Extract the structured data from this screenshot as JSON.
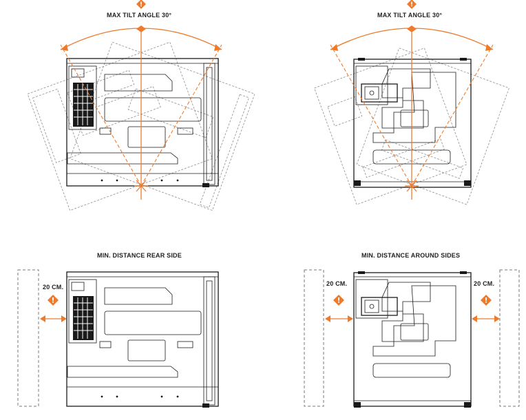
{
  "panels": {
    "tilt_rear": {
      "title": "MAX TILT ANGLE 30°"
    },
    "tilt_side": {
      "title": "MAX TILT ANGLE 30°"
    },
    "rear_distance": {
      "title": "MIN. DISTANCE REAR SIDE",
      "distance": "20 CM."
    },
    "side_distance": {
      "title": "MIN. DISTANCE AROUND SIDES",
      "distance_left": "20 CM.",
      "distance_right": "20 CM."
    }
  },
  "colors": {
    "accent": "#ee7b2c",
    "outline": "#1a1a1a",
    "ghost": "#9a9a9a"
  },
  "icons": {
    "warning": "warning-diamond-icon",
    "arrow": "double-arrow-icon"
  }
}
